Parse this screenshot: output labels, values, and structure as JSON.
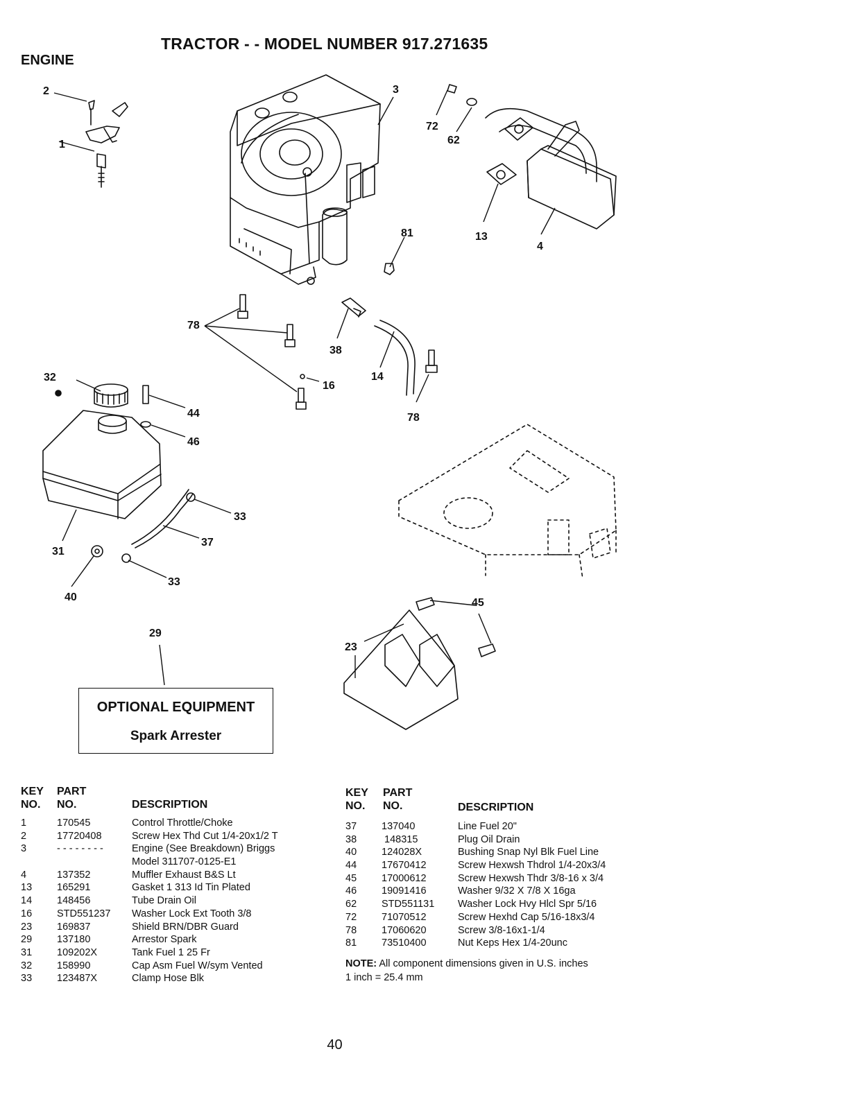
{
  "page": {
    "title": "TRACTOR - - MODEL NUMBER 917.271635",
    "section": "ENGINE",
    "page_number": "40"
  },
  "diagram": {
    "callouts": [
      "1",
      "2",
      "3",
      "4",
      "13",
      "14",
      "16",
      "23",
      "29",
      "31",
      "32",
      "33",
      "33",
      "37",
      "38",
      "40",
      "44",
      "45",
      "46",
      "62",
      "72",
      "78",
      "78",
      "81"
    ]
  },
  "optional_box": {
    "title": "OPTIONAL EQUIPMENT",
    "subtitle": "Spark Arrester"
  },
  "parts_table": {
    "headers": {
      "key": "KEY",
      "key2": "NO.",
      "part": "PART",
      "part2": "NO.",
      "description": "DESCRIPTION"
    },
    "left_rows": [
      {
        "key": "1",
        "part": "170545",
        "desc": "Control Throttle/Choke"
      },
      {
        "key": "2",
        "part": "17720408",
        "desc": "Screw Hex Thd Cut 1/4-20x1/2 T"
      },
      {
        "key": "3",
        "part": "- - - - - - - -",
        "desc": "Engine (See Breakdown) Briggs"
      },
      {
        "key": "",
        "part": "",
        "desc": "Model 311707-0125-E1"
      },
      {
        "key": "4",
        "part": "137352",
        "desc": "Muffler Exhaust B&S Lt"
      },
      {
        "key": "13",
        "part": "165291",
        "desc": "Gasket 1 313 Id Tin Plated"
      },
      {
        "key": "14",
        "part": "148456",
        "desc": "Tube Drain Oil"
      },
      {
        "key": "16",
        "part": "STD551237",
        "desc": "Washer Lock Ext Tooth 3/8"
      },
      {
        "key": "23",
        "part": "169837",
        "desc": "Shield BRN/DBR Guard"
      },
      {
        "key": "29",
        "part": "137180",
        "desc": "Arrestor Spark"
      },
      {
        "key": "31",
        "part": "109202X",
        "desc": "Tank Fuel 1 25 Fr"
      },
      {
        "key": "32",
        "part": "158990",
        "desc": "Cap Asm Fuel W/sym Vented"
      },
      {
        "key": "33",
        "part": "123487X",
        "desc": "Clamp Hose Blk"
      }
    ],
    "right_rows": [
      {
        "key": "37",
        "part": "137040",
        "desc": "Line Fuel 20\""
      },
      {
        "key": "38",
        "part": "148315",
        "desc": "Plug Oil Drain"
      },
      {
        "key": "40",
        "part": "124028X",
        "desc": "Bushing Snap Nyl Blk Fuel Line"
      },
      {
        "key": "44",
        "part": "17670412",
        "desc": "Screw Hexwsh Thdrol 1/4-20x3/4"
      },
      {
        "key": "45",
        "part": "17000612",
        "desc": "Screw Hexwsh Thdr 3/8-16 x 3/4"
      },
      {
        "key": "46",
        "part": "19091416",
        "desc": "Washer 9/32 X 7/8 X 16ga"
      },
      {
        "key": "62",
        "part": "STD551131",
        "desc": "Washer Lock Hvy Hlcl Spr 5/16"
      },
      {
        "key": "72",
        "part": "71070512",
        "desc": "Screw Hexhd Cap 5/16-18x3/4"
      },
      {
        "key": "78",
        "part": "17060620",
        "desc": "Screw 3/8-16x1-1/4"
      },
      {
        "key": "81",
        "part": "73510400",
        "desc": "Nut Keps Hex 1/4-20unc"
      }
    ],
    "note_label": "NOTE:",
    "note_text": "All component dimensions given in U.S. inches",
    "note_line2": "1 inch = 25.4 mm"
  }
}
